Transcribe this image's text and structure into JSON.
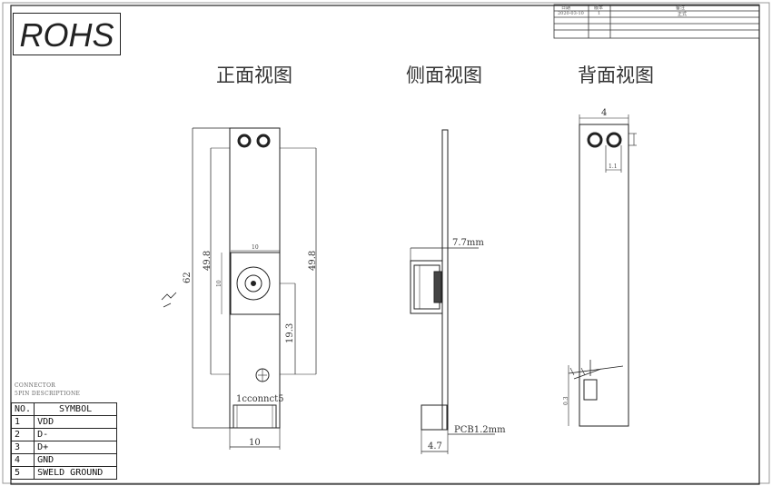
{
  "logo": {
    "text": "ROHS"
  },
  "views": {
    "front": "正面视图",
    "side": "侧面视图",
    "back": "背面视图"
  },
  "title_block": {
    "header": [
      "日期",
      "版本",
      "备注"
    ],
    "row": [
      "2020-03-10",
      "1",
      "正式"
    ]
  },
  "dimensions": {
    "front_height_left": "49.8",
    "front_height_right": "49.8",
    "front_total": "62",
    "front_lens_offset": "19.3",
    "front_width": "10",
    "front_lens_box_top": "10",
    "front_lens_box_side": "10",
    "connector_label": "1cconnct5",
    "side_depth": "7.7mm",
    "side_pcb": "PCB1.2mm",
    "side_base": "4.7",
    "back_width": "4",
    "back_small": "1.1",
    "back_pitch": "0.3"
  },
  "connector": {
    "title_line1": "CONNECTOR",
    "title_line2": "5PIN DESCRIPTIONE",
    "headers": {
      "no": "NO.",
      "symbol": "SYMBOL"
    },
    "pins": [
      {
        "no": "1",
        "symbol": "VDD"
      },
      {
        "no": "2",
        "symbol": "D-"
      },
      {
        "no": "3",
        "symbol": "D+"
      },
      {
        "no": "4",
        "symbol": "GND"
      },
      {
        "no": "5",
        "symbol": "SWELD GROUND"
      }
    ]
  }
}
